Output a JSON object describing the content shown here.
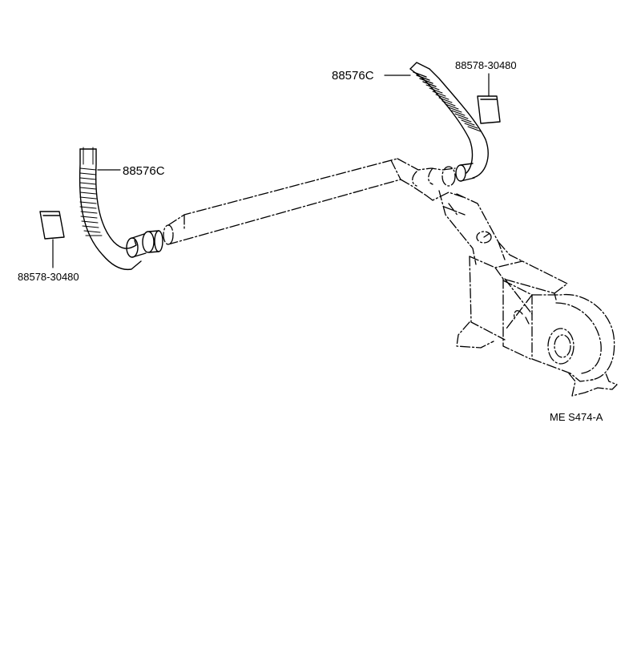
{
  "callouts": {
    "hose_right": "88576C",
    "pad_right": "88578-30480",
    "hose_left": "88576C",
    "pad_left": "88578-30480"
  },
  "diagram_ref": "ME S474-A"
}
